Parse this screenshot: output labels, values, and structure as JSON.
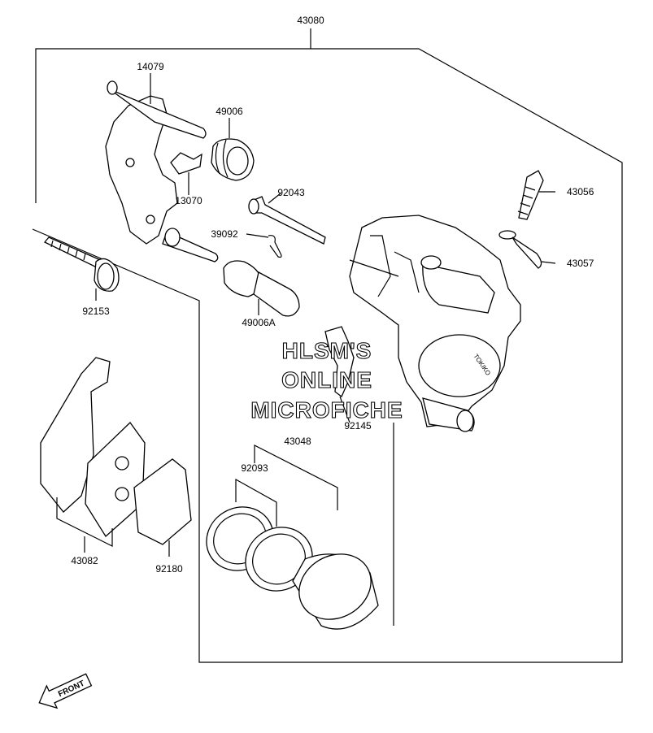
{
  "labels": {
    "caliper_assy": "43080",
    "bracket": "14079",
    "boot": "49006",
    "clip": "13070",
    "pin_bolt": "92043",
    "pin_clip": "39092",
    "bolt": "92153",
    "boot_a": "49006A",
    "bleeder": "43056",
    "cap": "43057",
    "spring": "92145",
    "piston_seal_kit": "43048",
    "seal": "92093",
    "pad_set": "43082",
    "pad_spring": "92180"
  },
  "watermark": {
    "line1": "HLSM'S",
    "line2": "ONLINE",
    "line3": "MICROFICHE"
  },
  "caliper_brand": "TOKIKO",
  "front_indicator": "FRONT"
}
